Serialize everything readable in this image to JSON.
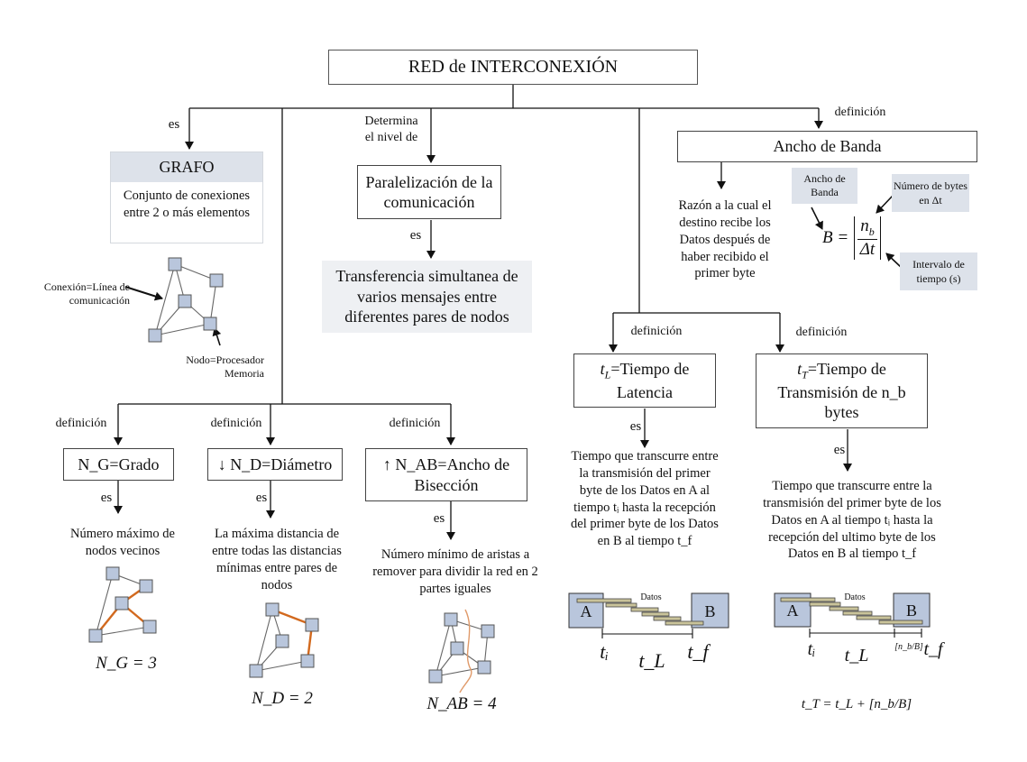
{
  "title": "RED de INTERCONEXIÓN",
  "edge_labels": {
    "es": "es",
    "determina": "Determina\nel nivel de",
    "definicion": "definición"
  },
  "grafo": {
    "title": "GRAFO",
    "desc": "Conjunto de conexiones entre 2 o más elementos",
    "conexion_label": "Conexión=Línea de comunicación",
    "nodo_label": "Nodo=Procesador Memoria"
  },
  "paralelizacion": {
    "title": "Paralelización de la comunicación",
    "desc": "Transferencia simultanea de varios mensajes entre diferentes pares de nodos"
  },
  "ancho_banda": {
    "title": "Ancho de Banda",
    "desc": "Razón a la cual el destino recibe los Datos después de haber recibido el primer byte",
    "tag_ancho": "Ancho de Banda",
    "tag_bytes": "Número de bytes en Δt",
    "tag_intervalo": "Intervalo de tiempo (s)",
    "formula_lhs": "B =",
    "formula_num": "n",
    "formula_num_sub": "b",
    "formula_den": "Δt"
  },
  "latencia": {
    "title_sym": "t",
    "title_sub": "L",
    "title_text": "=Tiempo de Latencia",
    "desc": "Tiempo que transcurre entre la transmisión del primer byte de los Datos en A al tiempo tᵢ hasta la recepción del primer byte de los Datos en B al tiempo t_f",
    "node_a": "A",
    "node_b": "B",
    "datos": "Datos",
    "ti": "tᵢ",
    "tl": "t_L",
    "tf": "t_f"
  },
  "transmision": {
    "title_sym": "t",
    "title_sub": "T",
    "title_text": "=Tiempo de Transmisión de n_b bytes",
    "desc": "Tiempo que transcurre entre la transmisión del primer byte de los Datos en A al tiempo tᵢ hasta la recepción del ultimo byte de los Datos en B al tiempo t_f",
    "node_a": "A",
    "node_b": "B",
    "datos": "Datos",
    "ti": "tᵢ",
    "tl": "t_L",
    "nb_over_b": "[n_b/B]",
    "tf": "t_f",
    "formula": "t_T = t_L + [n_b/B]"
  },
  "grado": {
    "title": "N_G=Grado",
    "desc": "Número máximo de nodos vecinos",
    "result": "N_G = 3"
  },
  "diametro": {
    "title": "↓ N_D=Diámetro",
    "desc": "La máxima distancia de entre todas las distancias mínimas entre pares de nodos",
    "result": "N_D = 2"
  },
  "biseccion": {
    "title": "↑ N_AB=Ancho de Bisección",
    "desc": "Número mínimo de aristas a remover para dividir la red en 2 partes iguales",
    "result": "N_AB = 4"
  },
  "colors": {
    "node_fill": "#b9c6dc",
    "node_stroke": "#555555",
    "highlight": "#d2691e",
    "shade": "#eef0f3",
    "tag": "#dde2ea",
    "packet": "#c9c39a"
  }
}
